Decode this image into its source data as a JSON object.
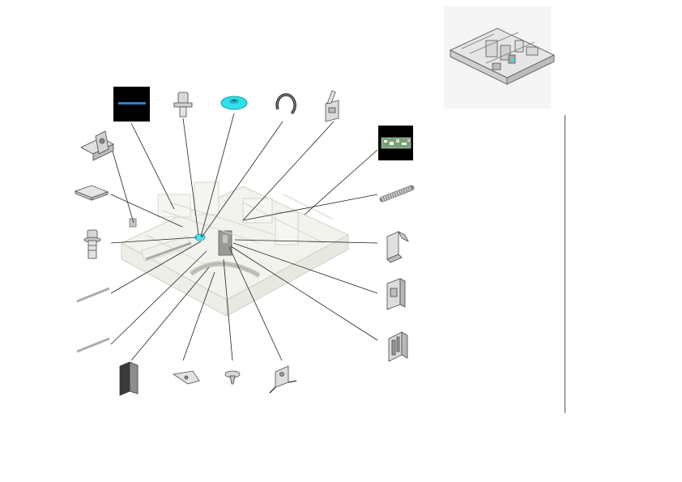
{
  "diagram": {
    "kind": "exploded-parts-view",
    "colors": {
      "leader": "#222222",
      "highlight_part": "#2ee0ec",
      "highlight_callout_bg": "#000000",
      "highlight_strip": "#2a7fd0",
      "part_fill": "#e9e9e9",
      "part_stroke": "#4a4a4a",
      "assembly_fill": "#f2f2ec",
      "assembly_stroke": "#c9c9c0"
    },
    "overview_thumbnail": {
      "name": "assembly-overview-thumbnail"
    },
    "parts": [
      {
        "id": "blue-strip-callout",
        "icon": "blue-strip-in-black-box"
      },
      {
        "id": "shoulder-screw",
        "icon": "shoulder-screw"
      },
      {
        "id": "cyan-washer",
        "icon": "highlighted-washer"
      },
      {
        "id": "e-ring",
        "icon": "e-ring-clip"
      },
      {
        "id": "bent-bracket-top",
        "icon": "bent-bracket"
      },
      {
        "id": "pcb-callout",
        "icon": "circuit-board-in-black-box"
      },
      {
        "id": "mount-bracket",
        "icon": "mount-bracket"
      },
      {
        "id": "flat-plate",
        "icon": "flat-plate"
      },
      {
        "id": "flange-screw",
        "icon": "flange-screw"
      },
      {
        "id": "pin-1",
        "icon": "thin-pin"
      },
      {
        "id": "pin-2",
        "icon": "thin-pin"
      },
      {
        "id": "dark-bracket",
        "icon": "dark-bracket"
      },
      {
        "id": "arm-lever",
        "icon": "arm-lever"
      },
      {
        "id": "small-fastener",
        "icon": "small-fastener"
      },
      {
        "id": "hook-plate",
        "icon": "hook-plate"
      },
      {
        "id": "tension-spring",
        "icon": "coil-spring"
      },
      {
        "id": "clip-bracket",
        "icon": "clip-bracket"
      },
      {
        "id": "guide-bracket",
        "icon": "guide-bracket"
      },
      {
        "id": "slide-bracket",
        "icon": "slide-bracket"
      }
    ]
  }
}
